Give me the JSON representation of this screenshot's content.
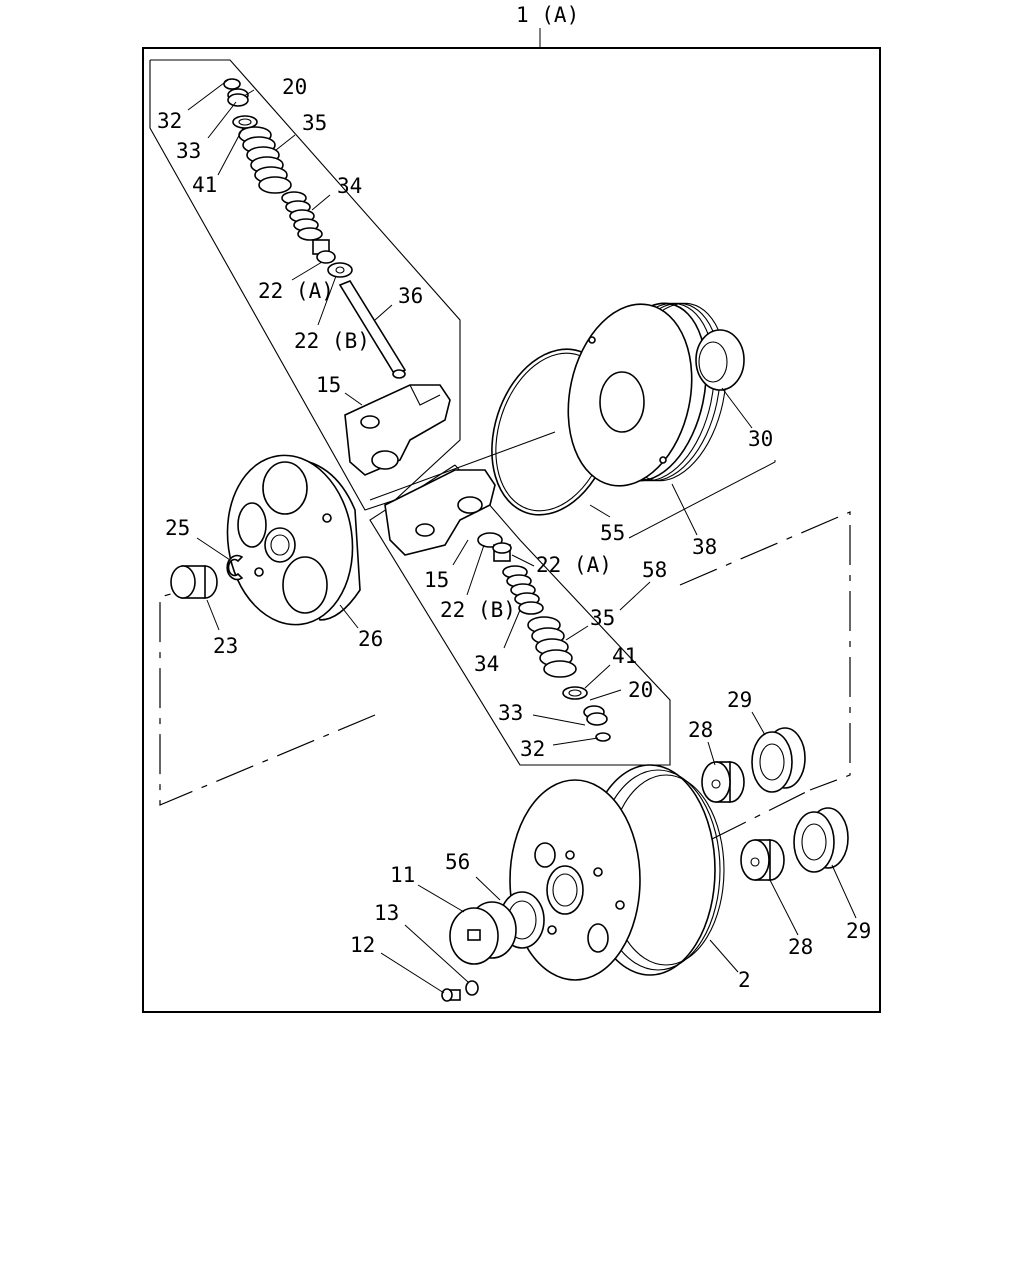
{
  "title": "1 (A)",
  "labels": {
    "l32a": "32",
    "l20a": "20",
    "l33a": "33",
    "l35a": "35",
    "l41a": "41",
    "l34a": "34",
    "l22A_a": "22 (A)",
    "l36": "36",
    "l22B_a": "22 (B)",
    "l15a": "15",
    "l30": "30",
    "l55": "55",
    "l38": "38",
    "l25": "25",
    "l23": "23",
    "l26": "26",
    "l15b": "15",
    "l22B_b": "22 (B)",
    "l22A_b": "22 (A)",
    "l58": "58",
    "l35b": "35",
    "l34b": "34",
    "l41b": "41",
    "l20b": "20",
    "l33b": "33",
    "l32b": "32",
    "l29a": "29",
    "l28a": "28",
    "l56": "56",
    "l11": "11",
    "l13": "13",
    "l12": "12",
    "l2": "2",
    "l28b": "28",
    "l29b": "29"
  }
}
